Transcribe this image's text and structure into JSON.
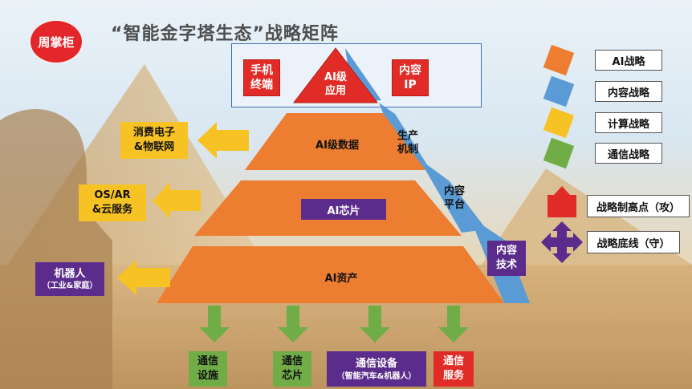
{
  "logo_text": "周掌柜",
  "title": "“智能金字塔生态”战略矩阵",
  "apex": {
    "label_line1": "AI级",
    "label_line2": "应用"
  },
  "top_left_box": {
    "line1": "手机",
    "line2": "终端"
  },
  "top_right_box": {
    "line1": "内容",
    "line2": "IP"
  },
  "tiers": {
    "data": "AI级数据",
    "chip": "AI芯片",
    "assets": "AI资产"
  },
  "side_labels": {
    "production": {
      "line1": "生产",
      "line2": "机制"
    },
    "platform": {
      "line1": "内容",
      "line2": "平台"
    },
    "tech": {
      "line1": "内容",
      "line2": "技术"
    }
  },
  "left_items": [
    {
      "line1": "消费电子",
      "line2": "&物联网"
    },
    {
      "line1": "OS/AR",
      "line2": "&云服务"
    },
    {
      "line1": "机器人",
      "line2": "（工业&家庭）"
    }
  ],
  "bottom_items": [
    {
      "line1": "通信",
      "line2": "设施"
    },
    {
      "line1": "通信",
      "line2": "芯片"
    },
    {
      "line1": "通信设备",
      "line2": "（智能汽车&机器人）"
    },
    {
      "line1": "通信",
      "line2": "服务"
    }
  ],
  "legend": [
    {
      "label": "AI战略",
      "color": "#ed7d31"
    },
    {
      "label": "内容战略",
      "color": "#5b9bd5"
    },
    {
      "label": "计算战略",
      "color": "#f7c324"
    },
    {
      "label": "通信战略",
      "color": "#70ad47"
    }
  ],
  "legend_icons": {
    "attack": {
      "label": "战略制高点（攻）",
      "color": "#e12b26"
    },
    "defend": {
      "label": "战略底线（守）",
      "color": "#5b2c8c"
    }
  },
  "colors": {
    "orange": "#ed7d31",
    "blue": "#5b9bd5",
    "yellow": "#f7c324",
    "green": "#70ad47",
    "red": "#e12b26",
    "purple": "#5b2c8c"
  }
}
